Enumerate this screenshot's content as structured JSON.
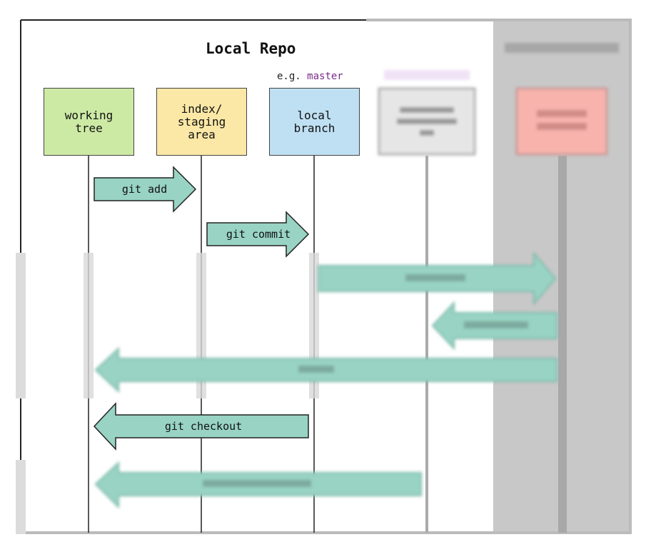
{
  "diagram": {
    "title": "Local Repo",
    "local_branch_hint_prefix": "e.g. ",
    "local_branch_hint_name": "master",
    "boxes": {
      "working_tree": "working\ntree",
      "index": "index/\nstaging\narea",
      "local_branch": "local\nbranch"
    },
    "arrows": {
      "git_add": "git add",
      "git_commit": "git commit",
      "git_checkout": "git checkout"
    },
    "colors": {
      "working_tree": "#cdeaa5",
      "index": "#fbe8a6",
      "local_branch": "#bfe0f3",
      "remote_tracking": "#e6e6e6",
      "remote": "#f8b3ad",
      "arrow": "#98d3c3",
      "remote_panel": "#c8c8c8"
    }
  }
}
